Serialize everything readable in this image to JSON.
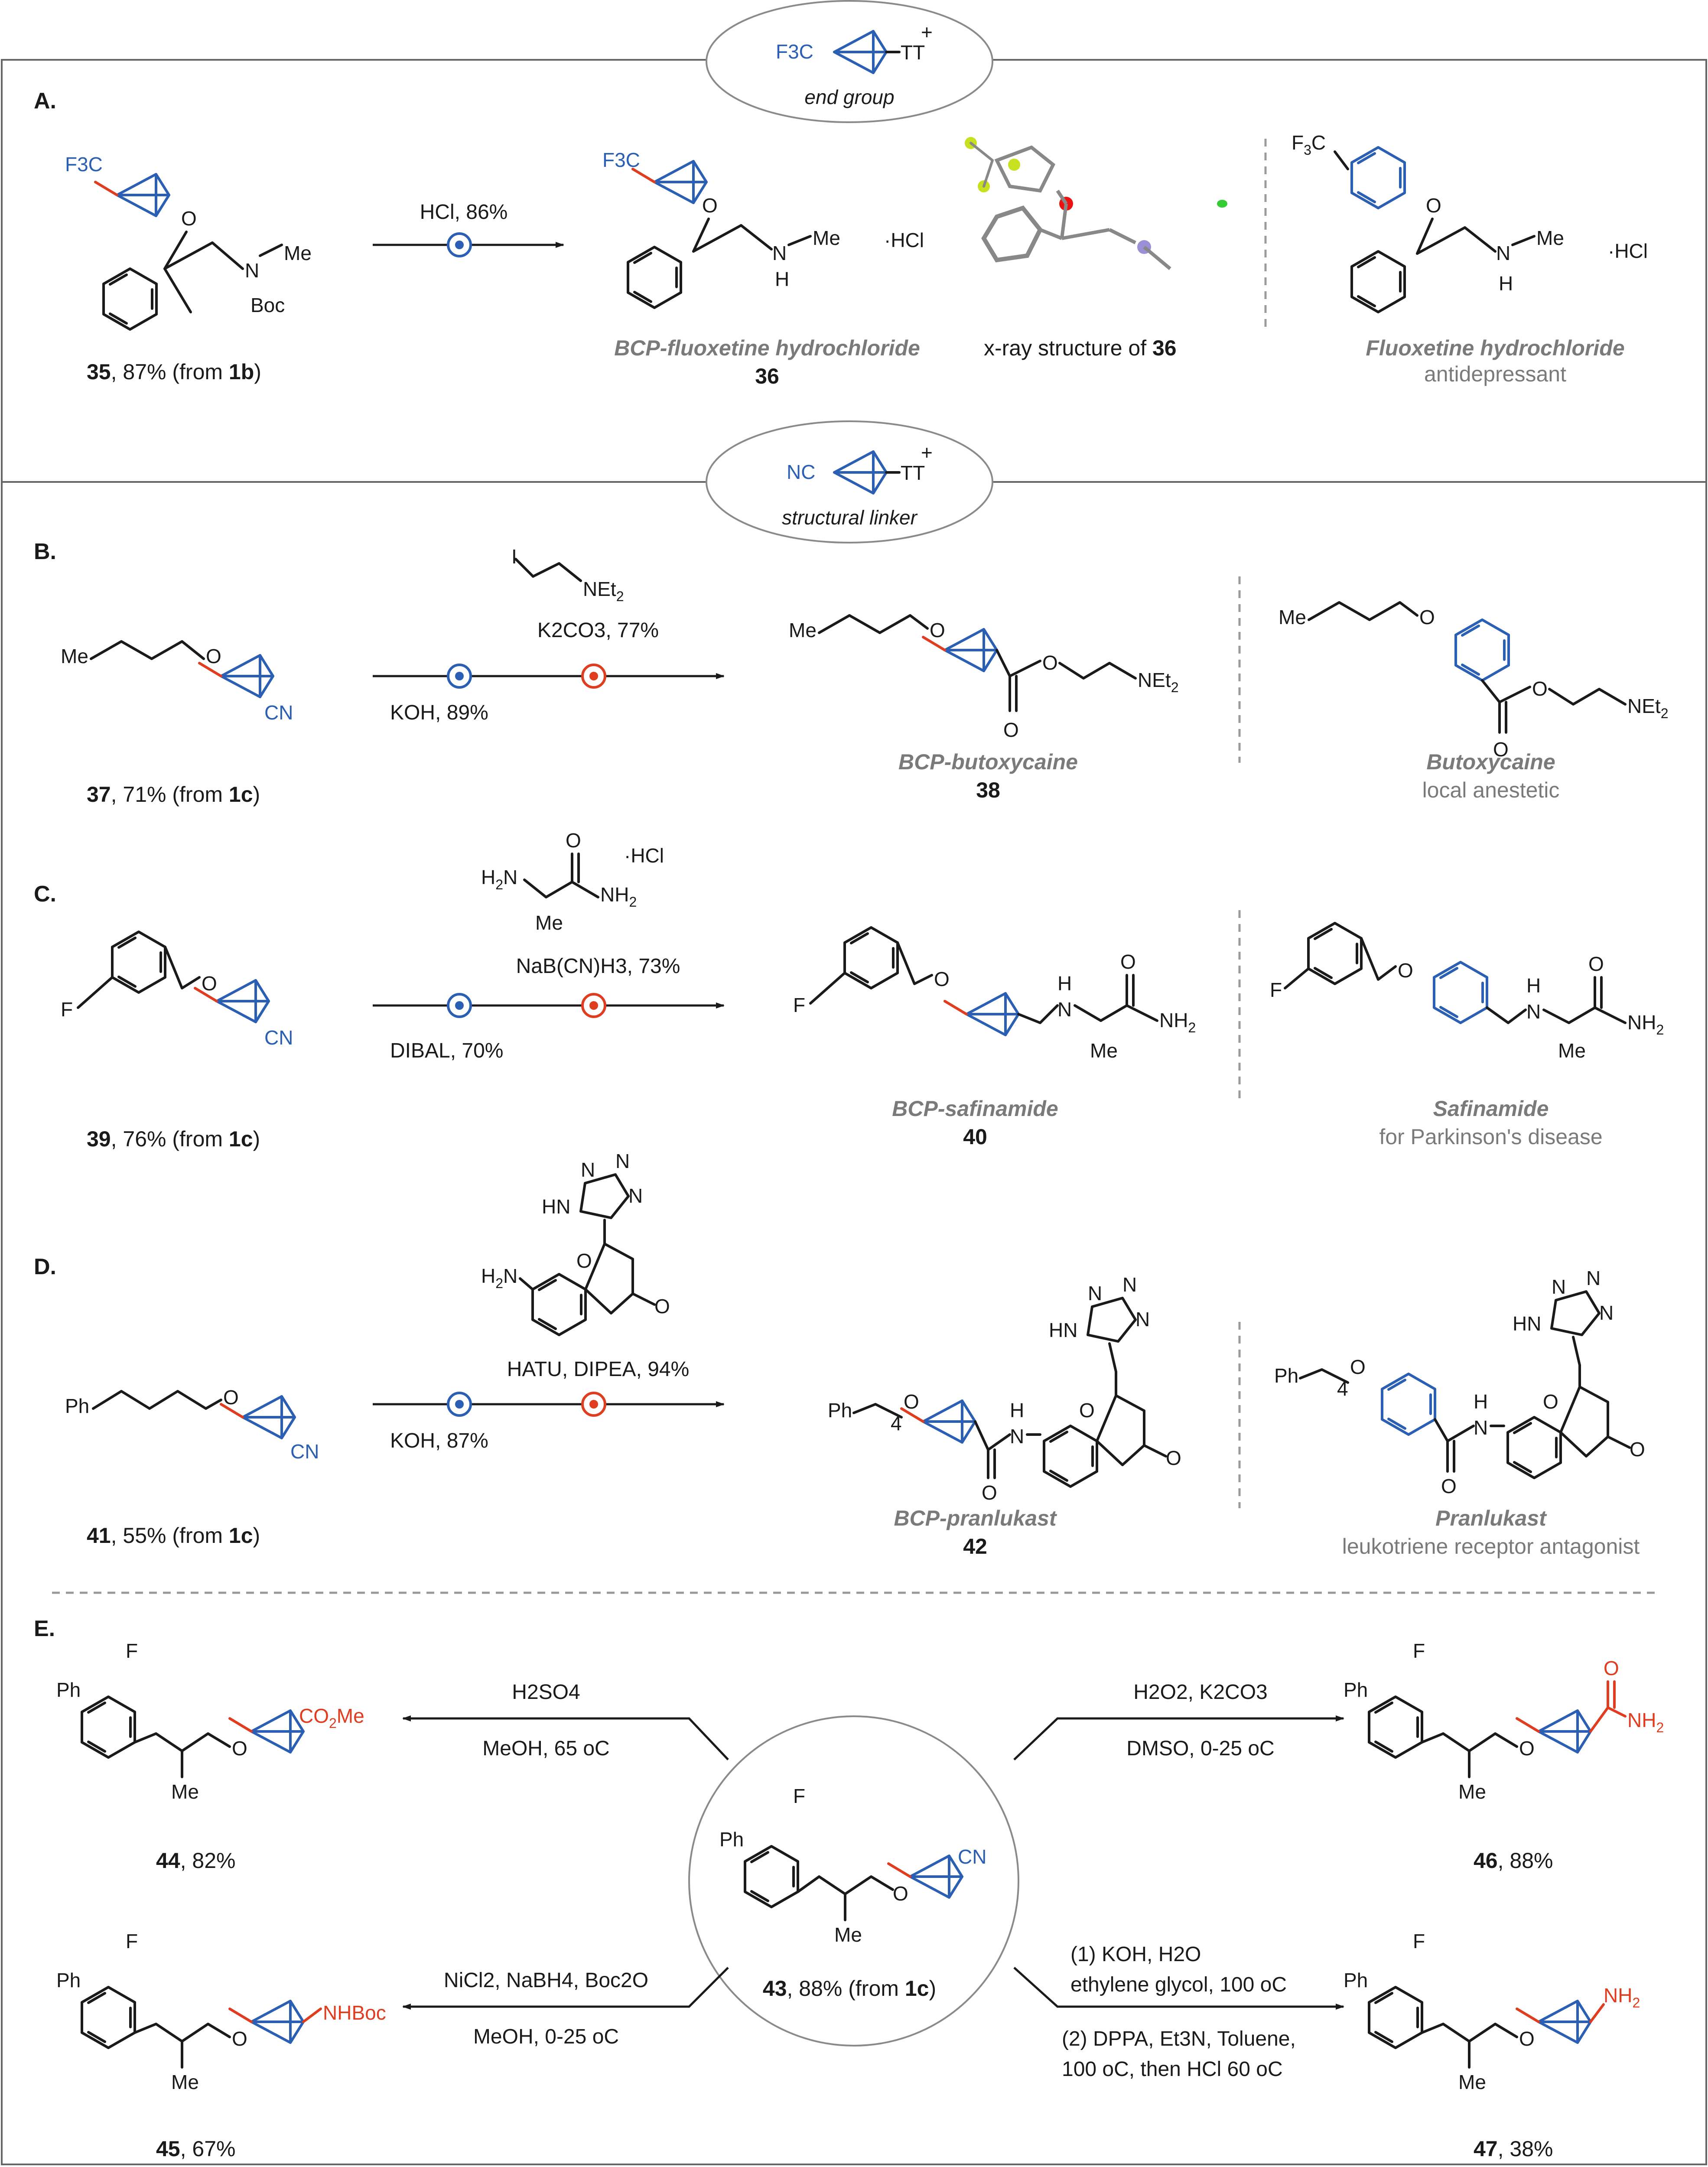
{
  "section_labels": {
    "a": "A.",
    "b": "B.",
    "c": "C.",
    "d": "D.",
    "e": "E."
  },
  "reagents": {
    "end_group": {
      "cf3": "F3C",
      "tt": "TT",
      "plus": "+",
      "caption": "end group"
    },
    "linker": {
      "nc": "NC",
      "tt": "TT",
      "plus": "+",
      "caption": "structural linker"
    }
  },
  "section_a": {
    "start": {
      "number": "35",
      "yield": ", 87% (from ",
      "source": "1b",
      "close": ")"
    },
    "conditions": "HCl, 86%",
    "product": {
      "name": "BCP-fluoxetine hydrochloride",
      "number": "36",
      "salt": "·HCl"
    },
    "xray": {
      "caption": "x-ray structure of ",
      "number": "36"
    },
    "reference": {
      "name": "Fluoxetine hydrochloride",
      "use": "antidepressant",
      "salt": "·HCl"
    }
  },
  "section_b": {
    "start": {
      "number": "37",
      "yield": ", 71% (from ",
      "source": "1c",
      "close": ")"
    },
    "conditions_top": "K2CO3, 77%",
    "conditions_bottom": "KOH, 89%",
    "product": {
      "name": "BCP-butoxycaine",
      "number": "38"
    },
    "reference": {
      "name": "Butoxycaine",
      "use": "local anestetic"
    }
  },
  "section_c": {
    "start": {
      "number": "39",
      "yield": ", 76% (from ",
      "source": "1c",
      "close": ")"
    },
    "conditions_top": "NaB(CN)H3, 73%",
    "conditions_bottom": "DIBAL, 70%",
    "reagent_salt": "·HCl",
    "product": {
      "name": "BCP-safinamide",
      "number": "40"
    },
    "reference": {
      "name": "Safinamide",
      "use": "for Parkinson's disease"
    }
  },
  "section_d": {
    "start": {
      "number": "41",
      "yield": ", 55% (from ",
      "source": "1c",
      "close": ")"
    },
    "conditions_top": "HATU, DIPEA, 94%",
    "conditions_bottom": "KOH, 87%",
    "product": {
      "name": "BCP-pranlukast",
      "number": "42"
    },
    "reference": {
      "name": "Pranlukast",
      "use": "leukotriene receptor antagonist"
    }
  },
  "section_e": {
    "center": {
      "number": "43",
      "yield": ", 88% (from ",
      "source": "1c",
      "close": ")"
    },
    "to_44": {
      "line1": "H2SO4",
      "line2": "MeOH, 65 oC"
    },
    "to_46": {
      "line1": "H2O2, K2CO3",
      "line2": "DMSO, 0-25 oC"
    },
    "to_45": {
      "line1": "NiCl2, NaBH4, Boc2O",
      "line2": "MeOH, 0-25 oC"
    },
    "to_47": {
      "line1": "(1) KOH, H2O",
      "line2": "ethylene glycol, 100 oC",
      "line3": "(2) DPPA, Et3N, Toluene,",
      "line4": "100 oC, then HCl 60 oC"
    },
    "p44": {
      "number": "44",
      "yield": ", 82%"
    },
    "p46": {
      "number": "46",
      "yield": ", 88%"
    },
    "p45": {
      "number": "45",
      "yield": ", 67%"
    },
    "p47": {
      "number": "47",
      "yield": ", 38%"
    }
  },
  "colors": {
    "bcp_blue": "#2b5fb4",
    "new_bond_red": "#e03c1f",
    "caption_gray": "#7a7a7a",
    "frame": "#666666"
  }
}
